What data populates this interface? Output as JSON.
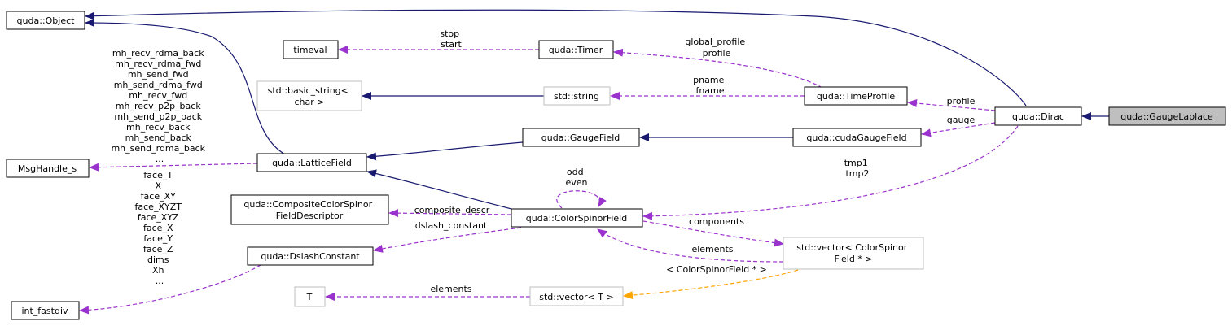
{
  "nodes": {
    "quda_object": "quda::Object",
    "timeval": "timeval",
    "quda_timer": "quda::Timer",
    "std_basic_string_l1": "std::basic_string<",
    "std_basic_string_l2": "char >",
    "std_string": "std::string",
    "quda_timeprofile": "quda::TimeProfile",
    "msghandle_s": "MsgHandle_s",
    "quda_latticefield": "quda::LatticeField",
    "quda_gaugefield": "quda::GaugeField",
    "quda_cudagaugefield": "quda::cudaGaugeField",
    "quda_dirac": "quda::Dirac",
    "quda_gaugelaplace": "quda::GaugeLaplace",
    "composite_descriptor_l1": "quda::CompositeColorSpinor",
    "composite_descriptor_l2": "FieldDescriptor",
    "quda_colorspinorfield": "quda::ColorSpinorField",
    "quda_dslashconstant": "quda::DslashConstant",
    "std_vector_csf_l1": "std::vector< ColorSpinor",
    "std_vector_csf_l2": "Field * >",
    "int_fastdiv": "int_fastdiv",
    "t": "T",
    "std_vector_t": "std::vector< T >"
  },
  "edge_labels": {
    "timer_timeval": [
      "stop",
      "start"
    ],
    "timeprofile_timer": [
      "global_profile",
      "profile"
    ],
    "timeprofile_string": [
      "pname",
      "fname"
    ],
    "lattice_msghandle": [
      "mh_recv_rdma_back",
      "mh_recv_rdma_fwd",
      "mh_send_fwd",
      "mh_send_rdma_fwd",
      "mh_recv_fwd",
      "mh_recv_p2p_back",
      "mh_send_p2p_back",
      "mh_recv_back",
      "mh_send_back",
      "mh_send_rdma_back",
      "..."
    ],
    "dirac_timeprofile": [
      "profile"
    ],
    "dirac_cudagauge": [
      "gauge"
    ],
    "dirac_csf": [
      "tmp1",
      "tmp2"
    ],
    "csf_self": [
      "odd",
      "even"
    ],
    "csf_composite": [
      "composite_descr"
    ],
    "csf_dslash": [
      "dslash_constant"
    ],
    "csf_vector": [
      "components"
    ],
    "vector_csf_elements": [
      "elements"
    ],
    "dslash_fastdiv": [
      "face_T",
      "X",
      "face_XY",
      "face_XYZT",
      "face_XYZ",
      "face_X",
      "face_Y",
      "face_Z",
      "dims",
      "Xh",
      "..."
    ],
    "vector_t_elements": [
      "elements"
    ],
    "template_arg": [
      "< ColorSpinorField * >"
    ]
  },
  "colors": {
    "inheritance": "#191970",
    "member": "#9a32cd",
    "template": "#ffa500",
    "focus_fill": "#bfbfbf",
    "undocumented_border": "#bfbfbf"
  }
}
